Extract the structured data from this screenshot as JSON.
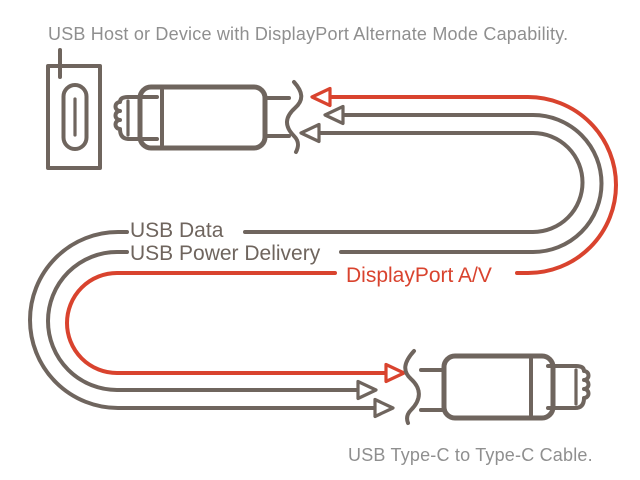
{
  "diagram": {
    "caption_top": "USB Host or Device with DisplayPort Alternate Mode Capability.",
    "caption_bottom": "USB Type-C to Type-C Cable.",
    "labels": {
      "usb_data": "USB Data",
      "usb_power_delivery": "USB Power Delivery",
      "displayport_av": "DisplayPort A/V"
    }
  },
  "icons": {
    "usb_c_port": "usb-c-receptacle-icon",
    "usb_c_plug_top": "usb-c-plug-icon",
    "usb_c_plug_bottom": "usb-c-plug-icon",
    "cable_break": "cable-break-squiggle-icon",
    "arrow_left": "open-triangle-arrow-left",
    "arrow_right": "open-triangle-arrow-right"
  },
  "colors": {
    "wire_gray": "#6f655e",
    "wire_red": "#d9432e",
    "caption_gray": "#8f8f8f"
  }
}
